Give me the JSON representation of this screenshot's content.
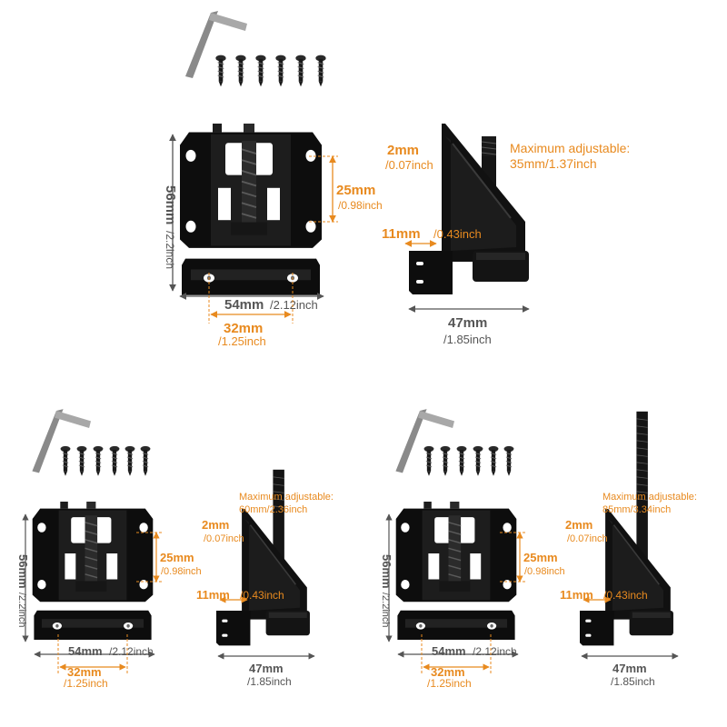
{
  "colors": {
    "accent": "#e88a1f",
    "dimension_gray": "#555555",
    "hardware": "#111111",
    "background": "#ffffff"
  },
  "panels": [
    {
      "front": {
        "height_main": "56mm",
        "height_sub": "/2.2inch",
        "width_main": "54mm",
        "width_sub": "/2.12inch",
        "hole_spacing_main": "32mm",
        "hole_spacing_sub": "/1.25inch",
        "vertical_spacing_main": "25mm",
        "vertical_spacing_sub": "/0.98inch"
      },
      "side": {
        "thickness_main": "2mm",
        "thickness_sub": "/0.07inch",
        "max_adjust_title": "Maximum adjustable:",
        "max_adjust_value": "35mm/1.37inch",
        "offset_main": "11mm",
        "offset_sub": "/0.43inch",
        "depth_main": "47mm",
        "depth_sub": "/1.85inch"
      }
    },
    {
      "front": {
        "height_main": "56mm",
        "height_sub": "/2.2inch",
        "width_main": "54mm",
        "width_sub": "/2.12inch",
        "hole_spacing_main": "32mm",
        "hole_spacing_sub": "/1.25inch",
        "vertical_spacing_main": "25mm",
        "vertical_spacing_sub": "/0.98inch"
      },
      "side": {
        "thickness_main": "2mm",
        "thickness_sub": "/0.07inch",
        "max_adjust_title": "Maximum adjustable:",
        "max_adjust_value": "60mm/2.36inch",
        "offset_main": "11mm",
        "offset_sub": "/0.43inch",
        "depth_main": "47mm",
        "depth_sub": "/1.85inch"
      }
    },
    {
      "front": {
        "height_main": "56mm",
        "height_sub": "/2.2inch",
        "width_main": "54mm",
        "width_sub": "/2.12inch",
        "hole_spacing_main": "32mm",
        "hole_spacing_sub": "/1.25inch",
        "vertical_spacing_main": "25mm",
        "vertical_spacing_sub": "/0.98inch"
      },
      "side": {
        "thickness_main": "2mm",
        "thickness_sub": "/0.07inch",
        "max_adjust_title": "Maximum adjustable:",
        "max_adjust_value": "85mm/3.34inch",
        "offset_main": "11mm",
        "offset_sub": "/0.43inch",
        "depth_main": "47mm",
        "depth_sub": "/1.85inch"
      }
    }
  ]
}
